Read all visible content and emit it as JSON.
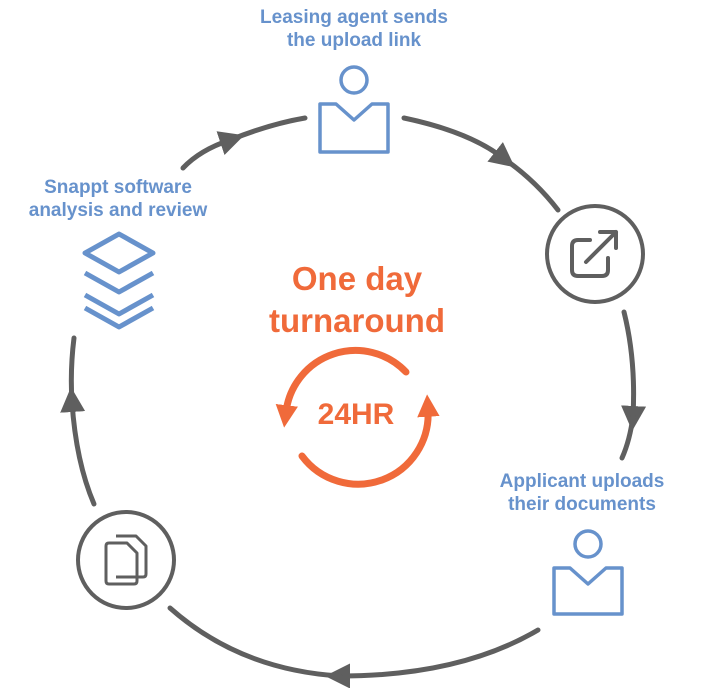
{
  "colors": {
    "accent_orange": "#F06A3A",
    "step_blue": "#6792CC",
    "ring_gray": "#5F5F5F"
  },
  "steps": [
    {
      "label_line1": "Leasing agent sends",
      "label_line2": "the upload link",
      "icon": "person-icon"
    },
    {
      "icon": "external-link-icon"
    },
    {
      "label_line1": "Applicant uploads",
      "label_line2": "their documents",
      "icon": "person-icon"
    },
    {
      "icon": "documents-icon"
    },
    {
      "label_line1": "Snappt software",
      "label_line2": "analysis and review",
      "icon": "layers-icon"
    }
  ],
  "center": {
    "title_line1": "One day",
    "title_line2": "turnaround",
    "badge": "24HR",
    "badge_icon": "refresh-cycle-icon"
  }
}
